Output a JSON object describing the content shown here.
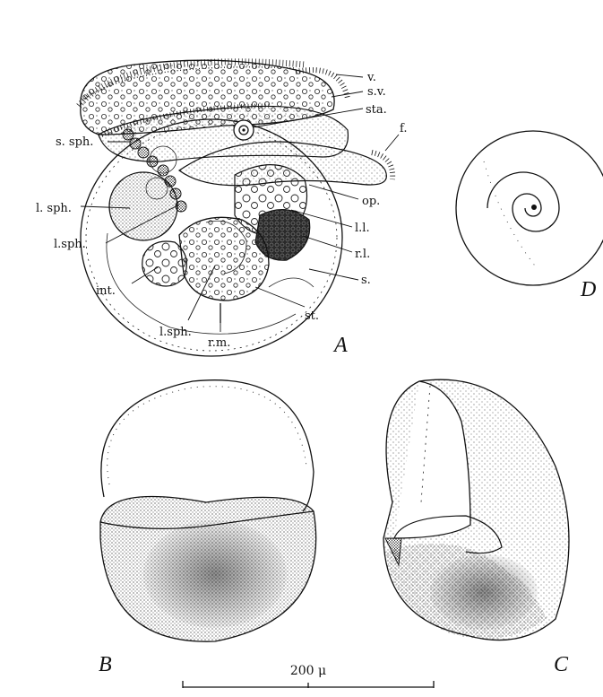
{
  "panels": {
    "a": "A",
    "b": "B",
    "c": "C",
    "d": "D"
  },
  "labels": {
    "v": "v.",
    "sv": "s.v.",
    "sta": "sta.",
    "f": "f.",
    "op": "op.",
    "ssph": "s. sph.",
    "lsph1": "l. sph.",
    "lsph2": "l.sph.",
    "lsph3": "l.sph.",
    "ll": "l.l.",
    "rl": "r.l.",
    "s": "s.",
    "int": "int.",
    "st": "st.",
    "rm": "r.m."
  },
  "scale_bar": {
    "label": "200 μ"
  },
  "colors": {
    "ink": "#111111",
    "background": "#ffffff"
  }
}
